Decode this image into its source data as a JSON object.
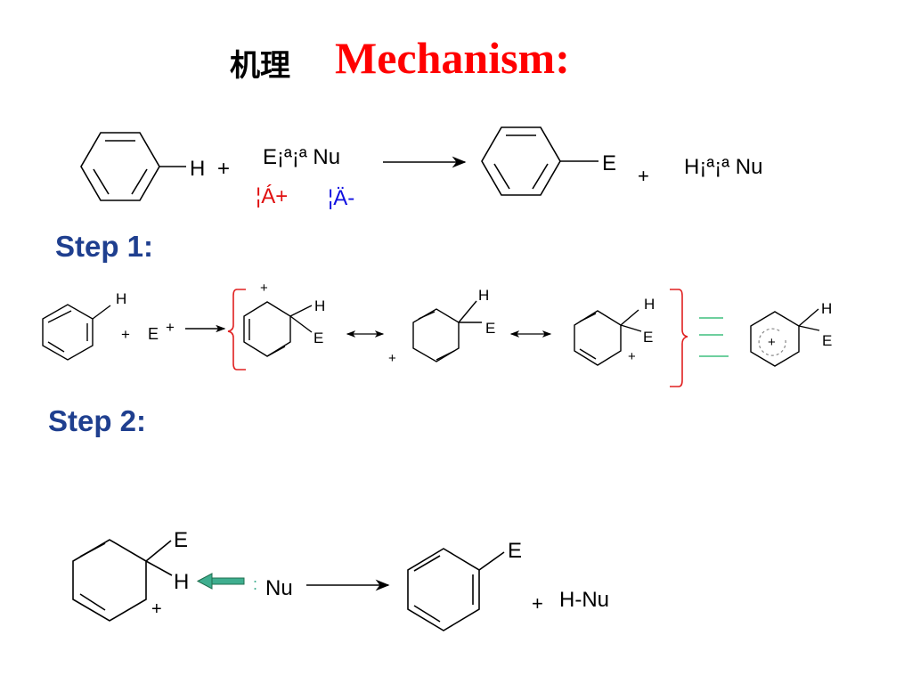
{
  "title": {
    "chinese": "机理",
    "english": "Mechanism:"
  },
  "overall_reaction": {
    "reactant_sub": "H",
    "plus1": "+",
    "reagent": "E¡ª¡ª Nu",
    "cation_mark": "¦Á+",
    "anion_mark": "¦Ä-",
    "product_sub": "E",
    "plus2": "+",
    "byproduct": "H¡ª¡ª Nu"
  },
  "step1": {
    "label": "Step 1:",
    "benzene_h": "H",
    "plus": "+",
    "electrophile": "E",
    "charge": "+",
    "res1_h": "H",
    "res1_e": "E",
    "res1_charge": "+",
    "res2_h": "H",
    "res2_e": "E",
    "res2_charge": "+",
    "res3_h": "H",
    "res3_e": "E",
    "res3_charge": "+",
    "hybrid_h": "H",
    "hybrid_e": "E",
    "hybrid_charge": "+"
  },
  "step2": {
    "label": "Step 2:",
    "sigma_e": "E",
    "sigma_h": "H",
    "sigma_charge": "+",
    "nu_dots": ":",
    "nucleophile": "Nu",
    "product_e": "E",
    "plus": "+",
    "byproduct": "H-Nu"
  },
  "colors": {
    "title_red": "#ff0000",
    "step_blue": "#1f3f8f",
    "bracket_red": "#e02020",
    "equal_green": "#3fbf7f",
    "arrow_green": "#3fae8f",
    "anion_blue": "#1010e0"
  }
}
